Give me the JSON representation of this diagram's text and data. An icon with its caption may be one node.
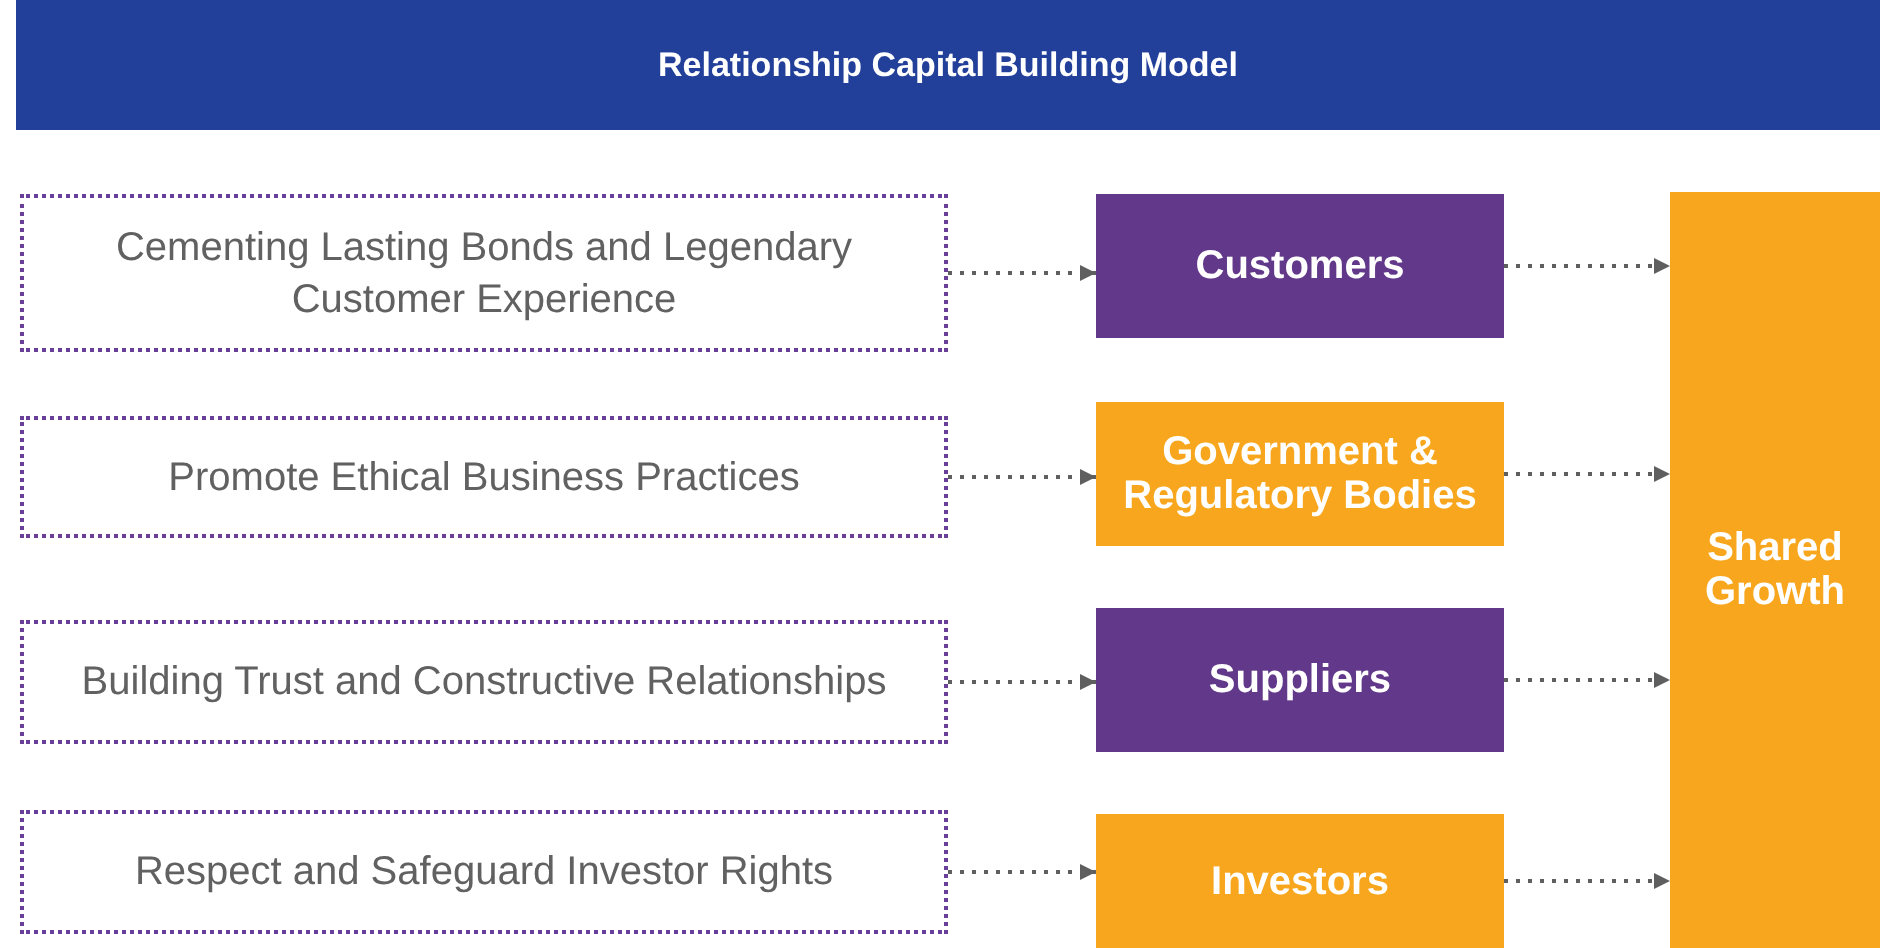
{
  "diagram": {
    "title": "Relationship Capital Building Model",
    "nodes": [
      {
        "text": [
          "Cementing Lasting Bonds and Legendary Customer Experience"
        ]
      },
      {
        "text": [
          "Promote Ethical Business Practices"
        ]
      },
      {
        "text": [
          "Building Trust and Constructive Relationships"
        ]
      },
      {
        "text": [
          "Respect and Safeguard Investor Rights"
        ]
      },
      {
        "text": [
          "Customers"
        ]
      },
      {
        "text": [
          "Government & Regulatory Bodies"
        ]
      },
      {
        "text": [
          "Suppliers"
        ]
      },
      {
        "text": [
          "Investors"
        ]
      },
      {
        "text": [
          "Shared Growth"
        ]
      }
    ],
    "edges": [
      {
        "from": 0,
        "to": 4,
        "arrow": "to",
        "style": "dashed"
      },
      {
        "from": 1,
        "to": 5,
        "arrow": "to",
        "style": "dashed"
      },
      {
        "from": 2,
        "to": 6,
        "arrow": "to",
        "style": "dashed"
      },
      {
        "from": 3,
        "to": 7,
        "arrow": "to",
        "style": "dashed"
      },
      {
        "from": 4,
        "to": 8,
        "arrow": "to",
        "style": "dashed"
      },
      {
        "from": 5,
        "to": 8,
        "arrow": "to",
        "style": "dashed"
      },
      {
        "from": 6,
        "to": 8,
        "arrow": "to",
        "style": "dashed"
      },
      {
        "from": 7,
        "to": 8,
        "arrow": "to",
        "style": "dashed"
      }
    ]
  }
}
